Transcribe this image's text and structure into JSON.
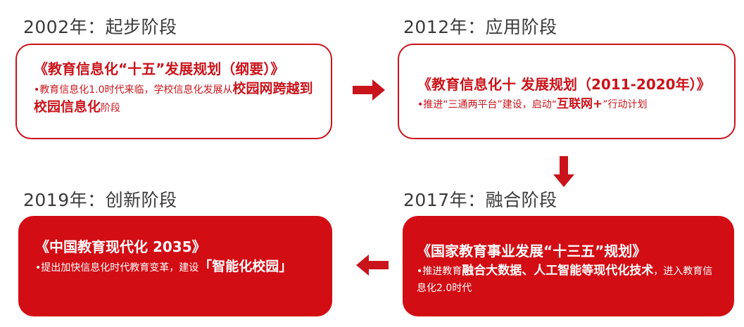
{
  "stages": [
    {
      "heading": "2002年：起步阶段",
      "title": "《教育信息化“十五”发展规划（纲要）》",
      "desc_pre": "•教育信息化1.0时代来临，学校信息化发展从",
      "desc_hl": "校园网跨越到校园信息化",
      "desc_post": "阶段"
    },
    {
      "heading": "2012年：应用阶段",
      "title": "《教育信息化十 发展规划（2011-2020年）》",
      "desc_pre": "•推进“三通两平台”建设，启动“",
      "desc_hl": "互联网+",
      "desc_post": "”行动计划"
    },
    {
      "heading": "2017年：融合阶段",
      "title": "《国家教育事业发展“十三五”规划》",
      "desc_pre": "•推进教育",
      "desc_hl": "融合大数据、人工智能等现代化技术",
      "desc_post": "，进入教育信息化2.0时代"
    },
    {
      "heading": "2019年：创新阶段",
      "title": "《中国教育现代化 2035》",
      "desc_pre": "•提出加快信息化时代教育变革，建设",
      "desc_hl": "「智能化校园」",
      "desc_post": ""
    }
  ],
  "colors": {
    "accent": "#c9141b",
    "filled": "#d20d14",
    "heading_text": "#3a3a3a"
  },
  "icons": [
    "arrow-right-icon",
    "arrow-down-icon",
    "arrow-left-icon"
  ]
}
